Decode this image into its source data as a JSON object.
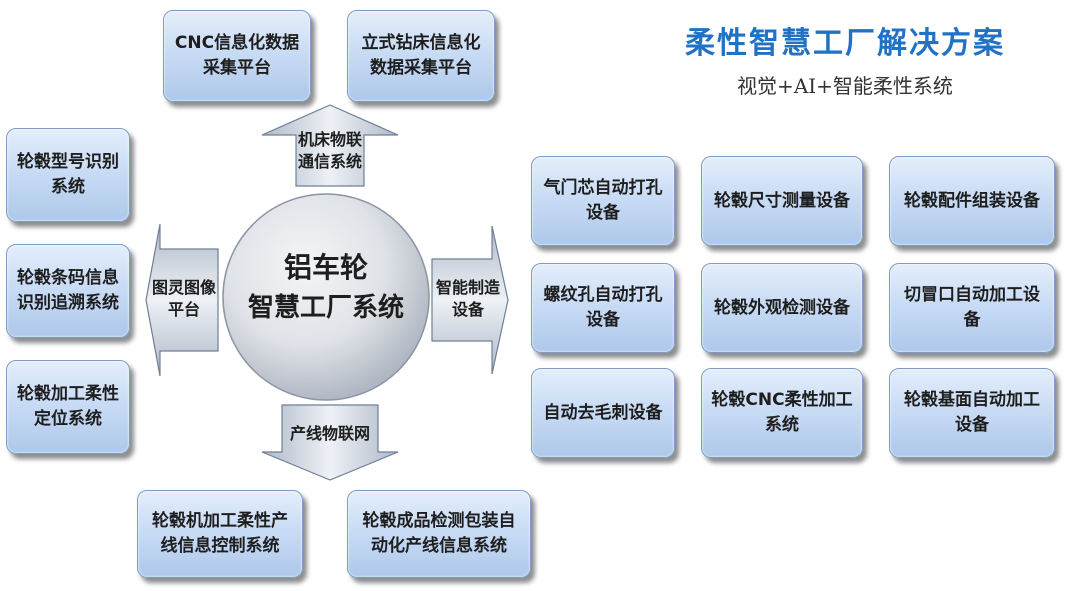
{
  "header": {
    "title": "柔性智慧工厂解决方案",
    "subtitle": "视觉+AI+智能柔性系统"
  },
  "center": {
    "line1": "铝车轮",
    "line2": "智慧工厂系统"
  },
  "arrows": {
    "up": "机床物联通信系统",
    "left": "图灵图像平台",
    "right": "智能制造设备",
    "down": "产线物联网"
  },
  "top_boxes": [
    "CNC信息化数据采集平台",
    "立式钻床信息化数据采集平台"
  ],
  "left_boxes": [
    "轮毂型号识别系统",
    "轮毂条码信息识别追溯系统",
    "轮毂加工柔性定位系统"
  ],
  "bottom_boxes": [
    "轮毂机加工柔性产线信息控制系统",
    "轮毂成品检测包装自动化产线信息系统"
  ],
  "equipment_grid": [
    [
      "气门芯自动打孔设备",
      "轮毂尺寸测量设备",
      "轮毂配件组装设备"
    ],
    [
      "螺纹孔自动打孔设备",
      "轮毂外观检测设备",
      "切冒口自动加工设备"
    ],
    [
      "自动去毛刺设备",
      "轮毂CNC柔性加工系统",
      "轮毂基面自动加工设备"
    ]
  ],
  "colors": {
    "title": "#1f72c4",
    "box_fill": "#c9dcf5",
    "box_border": "#7f9cc4"
  }
}
